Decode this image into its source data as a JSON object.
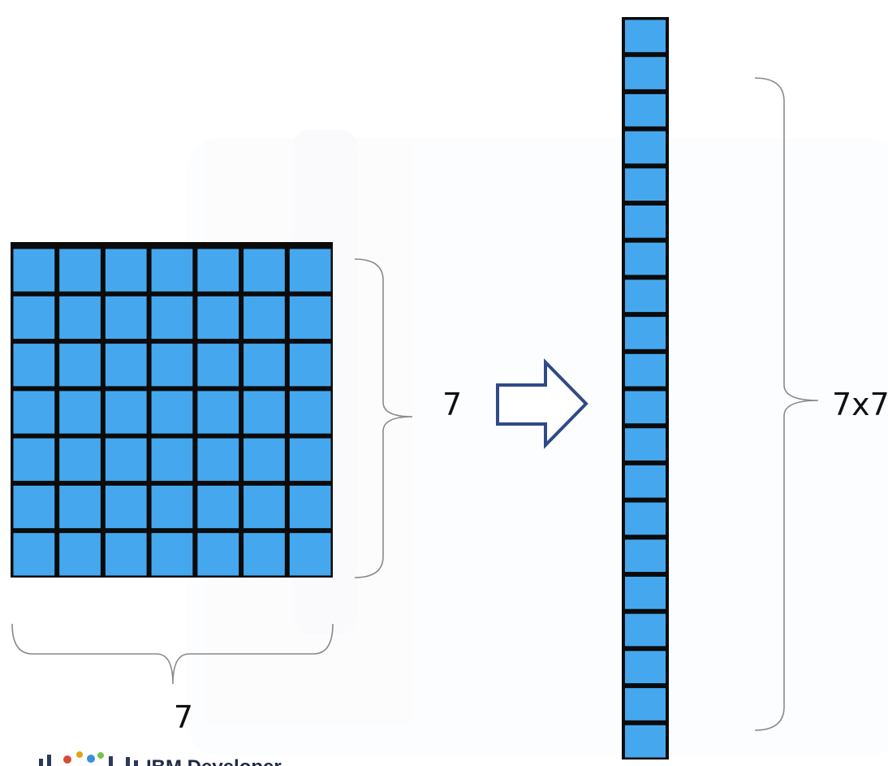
{
  "diagram": {
    "grid_rows": 7,
    "grid_cols": 7,
    "vector_cells_shown": 20,
    "label_height": "7",
    "label_width": "7",
    "label_vector": "7x7",
    "cell_color": "#45a8ef",
    "border_color": "#0b0b0b",
    "arrow_color": "#2f4a87"
  },
  "footer": {
    "brand_text": "IBM Developer"
  }
}
